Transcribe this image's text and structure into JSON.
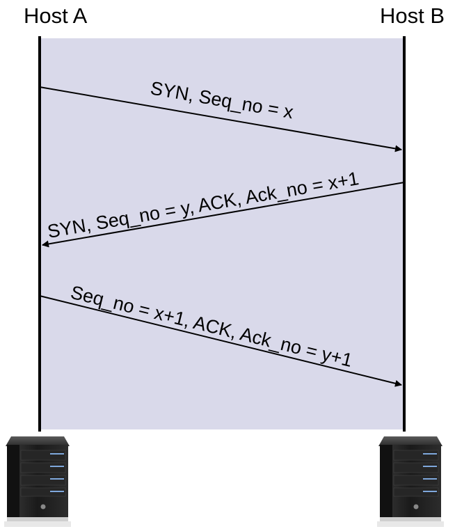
{
  "hosts": {
    "left": {
      "label": "Host A",
      "icon": "server-icon"
    },
    "right": {
      "label": "Host B",
      "icon": "server-icon"
    }
  },
  "messages": [
    {
      "label": "SYN, Seq_no = x",
      "from": "Host A",
      "to": "Host B"
    },
    {
      "label": "SYN, Seq_no = y, ACK, Ack_no = x+1",
      "from": "Host B",
      "to": "Host A"
    },
    {
      "label": "Seq_no = x+1, ACK, Ack_no = y+1",
      "from": "Host A",
      "to": "Host B"
    }
  ],
  "colors": {
    "background_band": "#d9d9ea",
    "lifeline": "#000000",
    "arrow": "#000000",
    "server_body": "#1c1c1c",
    "server_accent": "#7fa8dc"
  }
}
